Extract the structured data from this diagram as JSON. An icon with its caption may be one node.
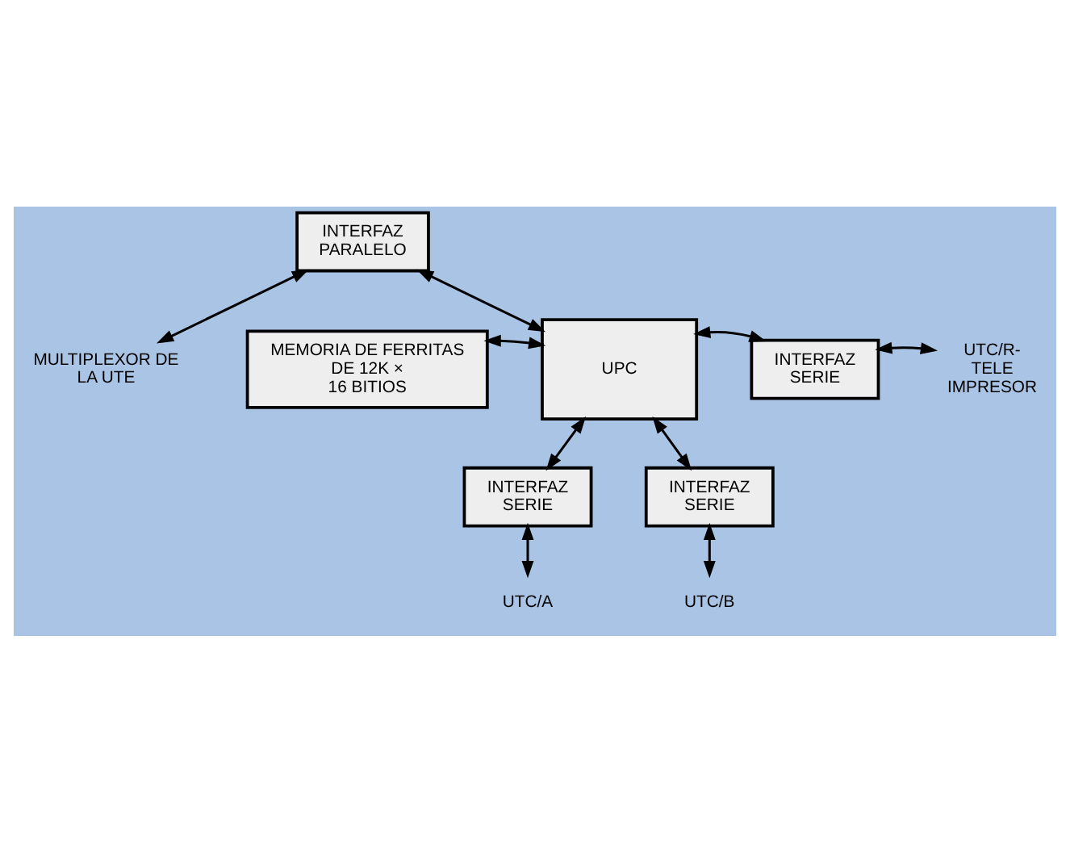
{
  "diagram": {
    "nodes": [
      {
        "text": [
          "MULTIPLEXOR DE LA UTE"
        ]
      },
      {
        "text": [
          "INTERFAZ PARALELO"
        ]
      },
      {
        "text": [
          "MEMORIA DE FERRITAS DE 12K × 16 BITIOS"
        ]
      },
      {
        "text": [
          "UPC"
        ]
      },
      {
        "text": [
          "INTERFAZ SERIE"
        ]
      },
      {
        "text": [
          "UTC/R- TELE IMPRESOR"
        ]
      },
      {
        "text": [
          "INTERFAZ SERIE"
        ]
      },
      {
        "text": [
          "INTERFAZ SERIE"
        ]
      },
      {
        "text": [
          "UTC/A"
        ]
      },
      {
        "text": [
          "UTC/B"
        ]
      }
    ],
    "edges": [
      {
        "from": 1,
        "to": 0,
        "arrow": "both"
      },
      {
        "from": 1,
        "to": 3,
        "arrow": "both"
      },
      {
        "from": 2,
        "to": 3,
        "arrow": "both"
      },
      {
        "from": 3,
        "to": 4,
        "arrow": "both"
      },
      {
        "from": 4,
        "to": 5,
        "arrow": "both"
      },
      {
        "from": 3,
        "to": 6,
        "arrow": "both"
      },
      {
        "from": 3,
        "to": 7,
        "arrow": "both"
      },
      {
        "from": 6,
        "to": 8,
        "arrow": "both"
      },
      {
        "from": 7,
        "to": 9,
        "arrow": "both"
      }
    ]
  }
}
